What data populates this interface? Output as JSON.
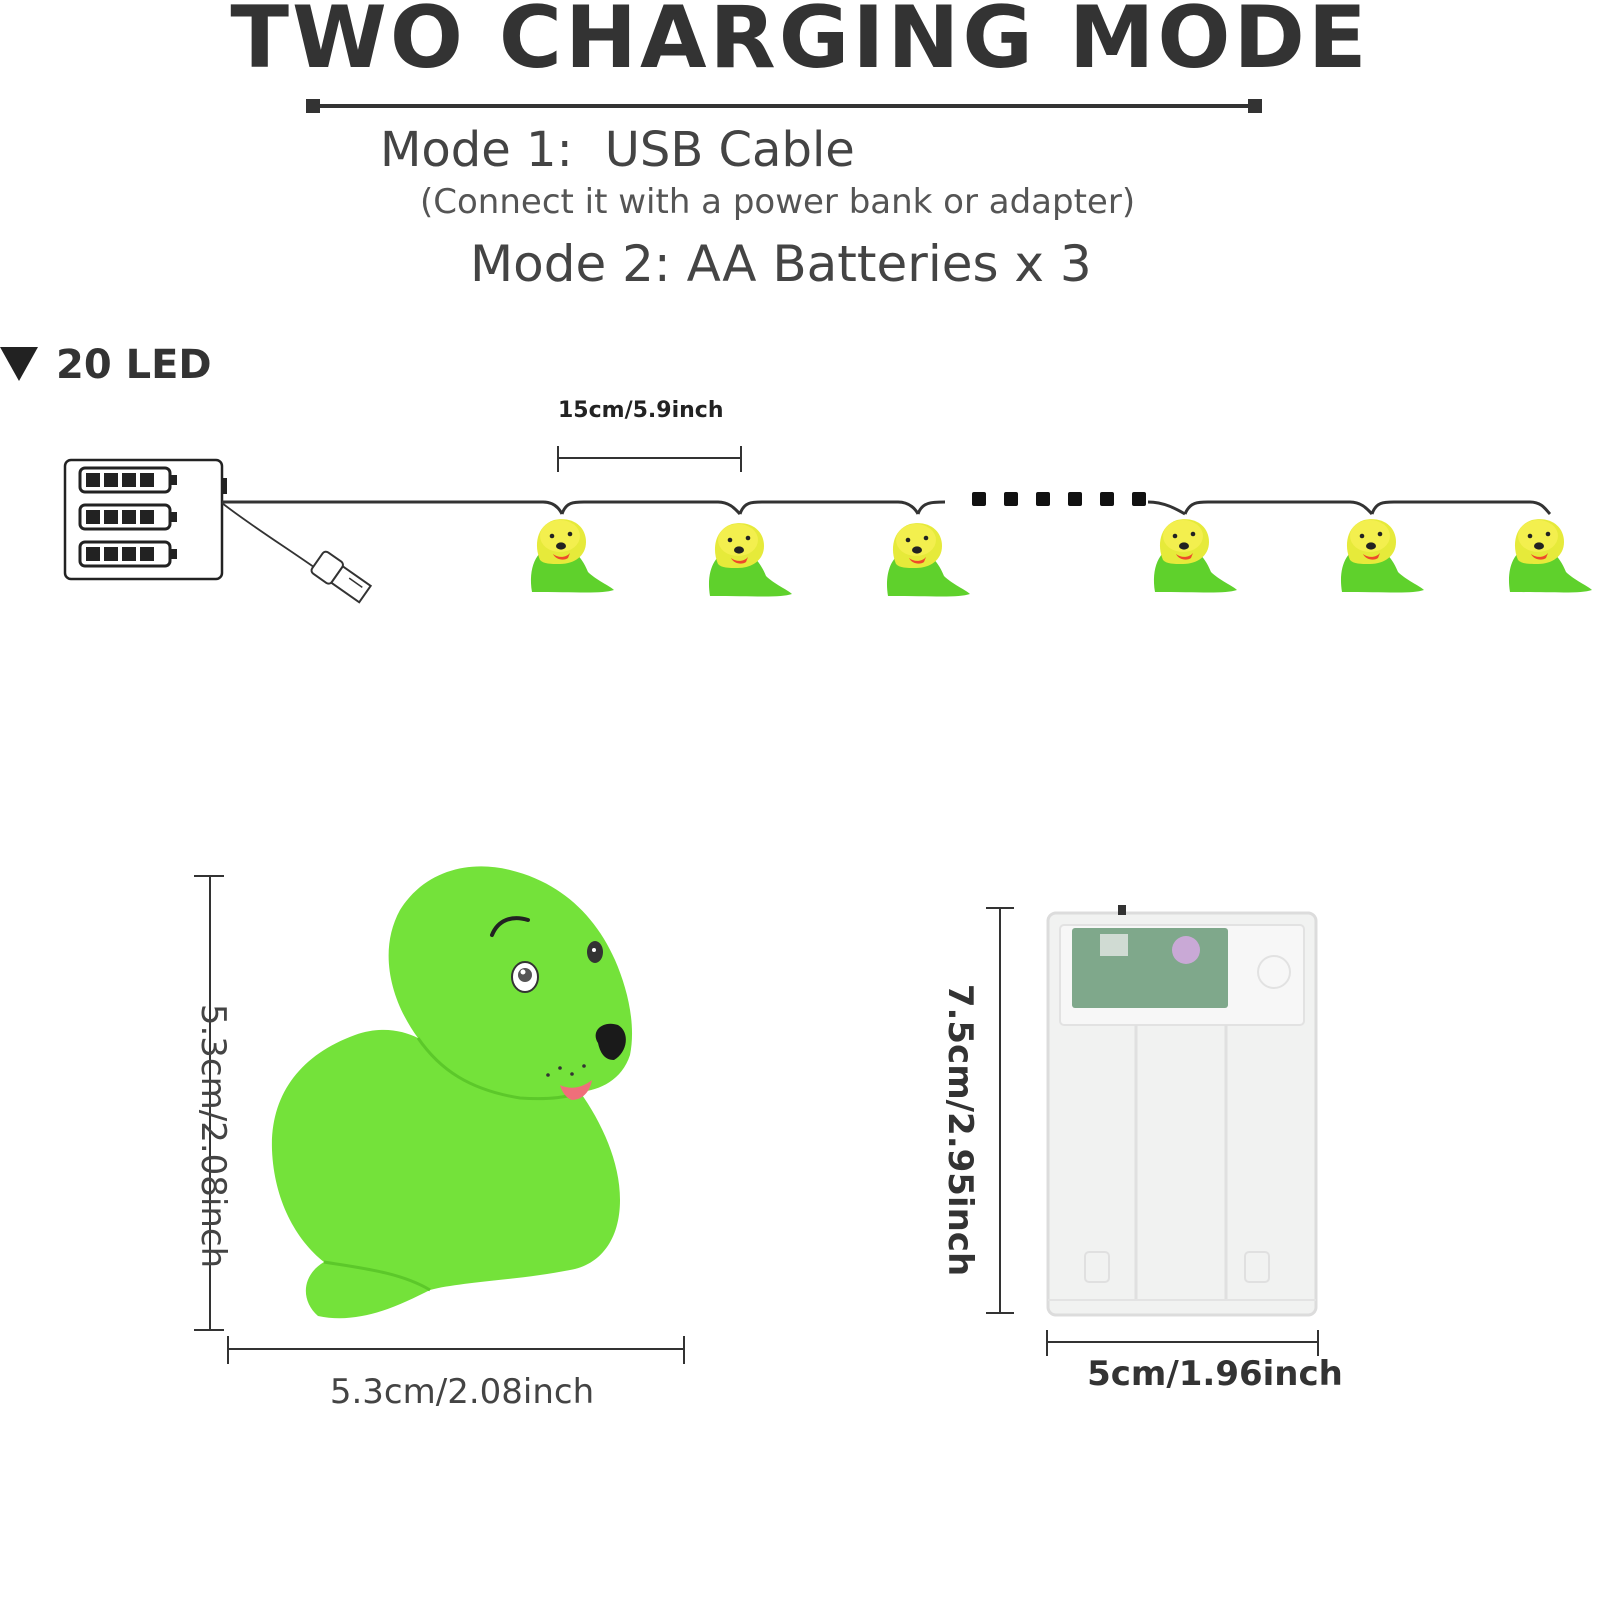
{
  "header": {
    "title": "TWO CHARGING MODE",
    "mode1_label": "Mode 1:",
    "mode1_value": "USB Cable",
    "mode1_note": "(Connect it with a power bank or adapter)",
    "mode2": "Mode 2: AA Batteries x 3"
  },
  "string_diagram": {
    "led_count_label": "20 LED",
    "spacing_label": "15cm/5.9inch"
  },
  "dimensions": {
    "seal_height": "5.3cm/2.08inch",
    "seal_width": "5.3cm/2.08inch",
    "box_height": "7.5cm/2.95inch",
    "box_width": "5cm/1.96inch"
  },
  "colors": {
    "seal_green": "#74e23a",
    "seal_yellow": "#f1ec3c",
    "text_dark": "#333333"
  },
  "icons": [
    "battery-icon",
    "usb-plug-icon",
    "seal-light-icon",
    "battery-box-icon",
    "triangle-down-icon"
  ]
}
